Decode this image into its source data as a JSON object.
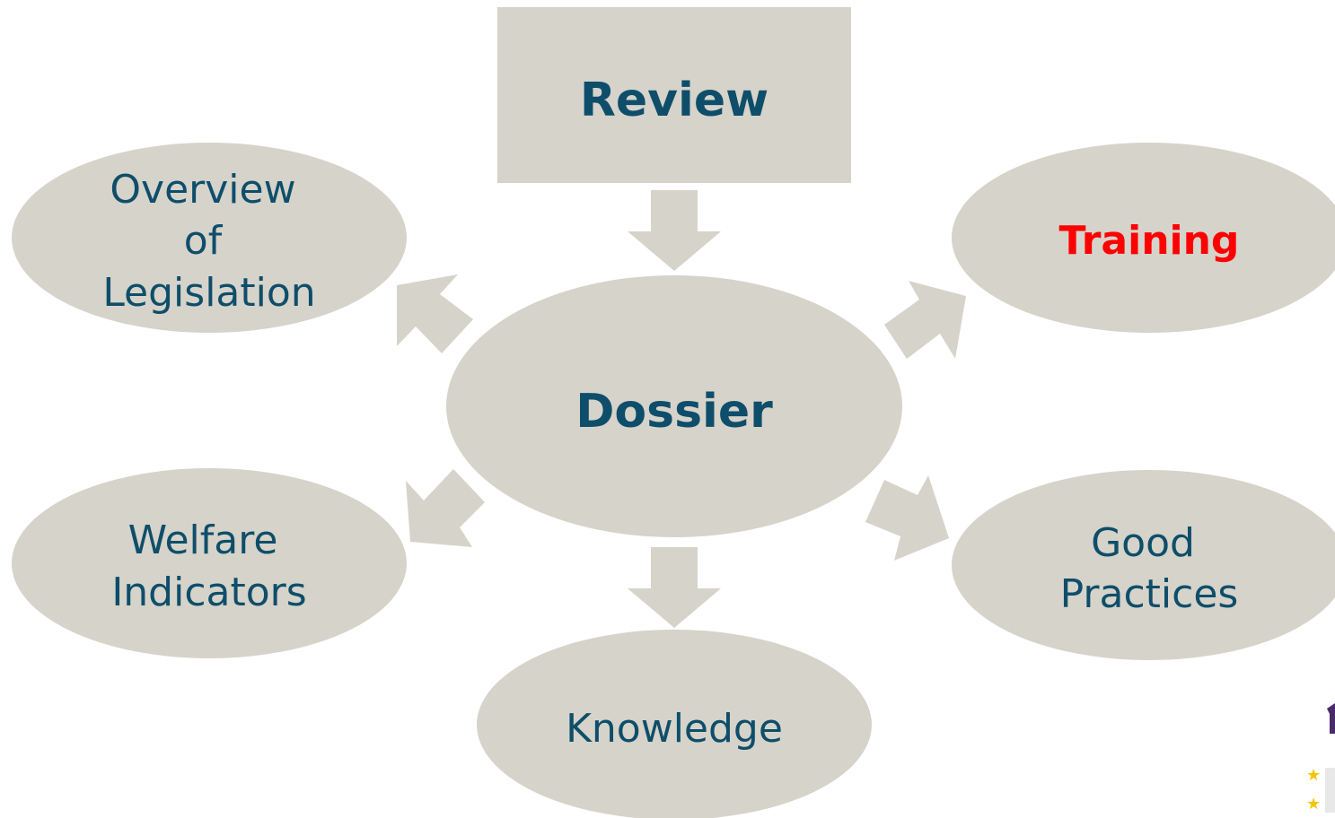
{
  "diagram": {
    "center": {
      "label": "Dossier"
    },
    "top": {
      "label": "Review"
    },
    "nodes": {
      "overview": {
        "lines": [
          "Overview",
          "of",
          "Legislation"
        ]
      },
      "training": {
        "lines": [
          "Training"
        ]
      },
      "welfare": {
        "lines": [
          "Welfare",
          "Indicators"
        ]
      },
      "good_practices": {
        "lines": [
          "Good",
          "Practices"
        ]
      },
      "knowledge": {
        "lines": [
          "Knowledge"
        ]
      }
    }
  },
  "colors": {
    "shape_fill": "#d6d3ca",
    "text_primary": "#0e4e6a",
    "text_accent": "#ff0000"
  },
  "logo": {
    "icon": "eu-flag-logo-fragment"
  }
}
